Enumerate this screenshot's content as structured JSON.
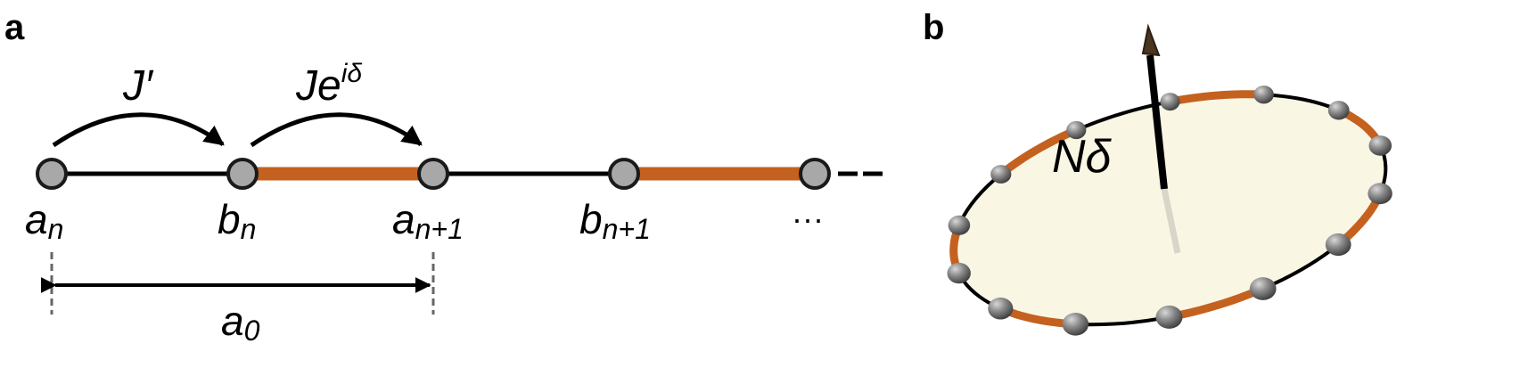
{
  "panel_a": {
    "label": "a",
    "sites": [
      {
        "base": "a",
        "sub": "n"
      },
      {
        "base": "b",
        "sub": "n"
      },
      {
        "base": "a",
        "sub": "n+1"
      },
      {
        "base": "b",
        "sub": "n+1"
      },
      {
        "base": "",
        "sub": ""
      }
    ],
    "ellipsis": "···",
    "hop_left": "J′",
    "hop_right_base": "Je",
    "hop_right_sup": "iδ",
    "spacing_base": "a",
    "spacing_sub": "0"
  },
  "panel_b": {
    "label": "b",
    "flux_label": "Nδ"
  },
  "colors": {
    "weak_bond": "#000000",
    "strong_bond": "#c4611f",
    "site_fill": "#a8a8a8",
    "site_stroke": "#1a1a1a",
    "ring_fill": "#faf6e4",
    "ring_bond": "#c4611f",
    "ball": "#6e6e6e",
    "arrow_head": "#4a3520"
  }
}
